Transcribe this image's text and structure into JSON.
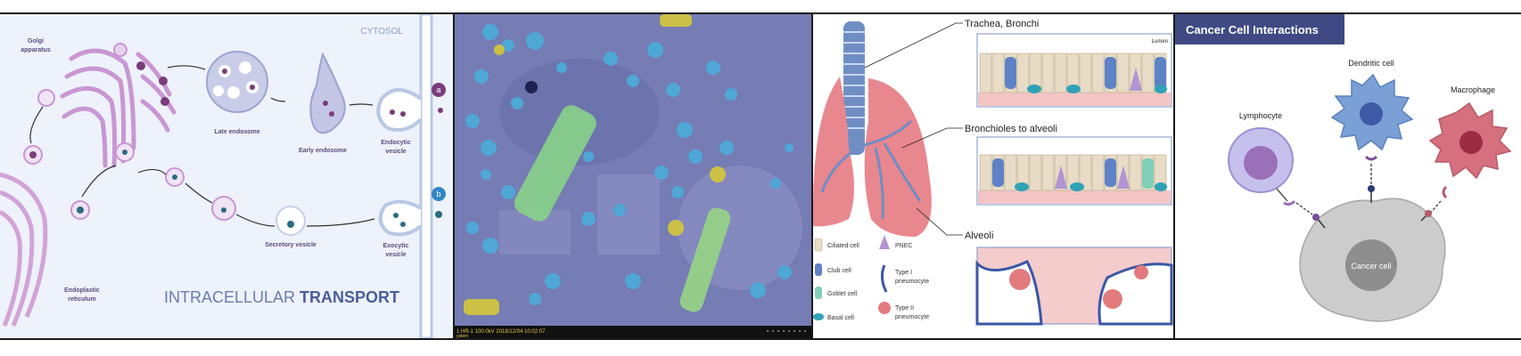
{
  "transport": {
    "cytosol": "CYTOSOL",
    "title_light": "INTRACELLULAR ",
    "title_bold": "TRANSPORT",
    "golgi_1": "Golgi",
    "golgi_2": "apparatus",
    "late_endosome": "Late endosome",
    "early_endosome": "Early endosome",
    "endocytic_1": "Endocytic",
    "endocytic_2": "vesicle",
    "exocytic_1": "Exocytic",
    "exocytic_2": "vesicle",
    "secretory": "Secretory vesicle",
    "er_1": "Endoplastic",
    "er_2": "reticulum",
    "badge_a": "a",
    "badge_b": "b"
  },
  "micrograph": {
    "caption": "1 HR-1 100.0kV 2018/12/04 10:02:07",
    "caption_2": "ystem"
  },
  "lung": {
    "label_trachea": "Trachea, Bronchi",
    "label_bronchioles": "Bronchioles to alveoli",
    "label_alveoli": "Alveoli",
    "lumen": "Lumen",
    "legend": {
      "ciliated": "Ciliated cell",
      "club": "Club cell",
      "goblet": "Goblet cell",
      "basal": "Basal cell",
      "pnec": "PNEC",
      "type1_a": "Type I",
      "type1_b": "pneumocyte",
      "type2_a": "Type II",
      "type2_b": "pneumocyte"
    }
  },
  "cancer": {
    "header": "Cancer Cell Interactions",
    "dendritic": "Dendritic cell",
    "lymphocyte": "Lymphocyte",
    "macrophage": "Macrophage",
    "cancer_cell": "Cancer cell"
  },
  "colors": {
    "navy_header": "#3f4a84",
    "transport_bg": "#eef2fb",
    "membrane": "#b8c8e4",
    "lung_pink": "#e78f94",
    "micrograph_bg": "#7a7fb8"
  }
}
